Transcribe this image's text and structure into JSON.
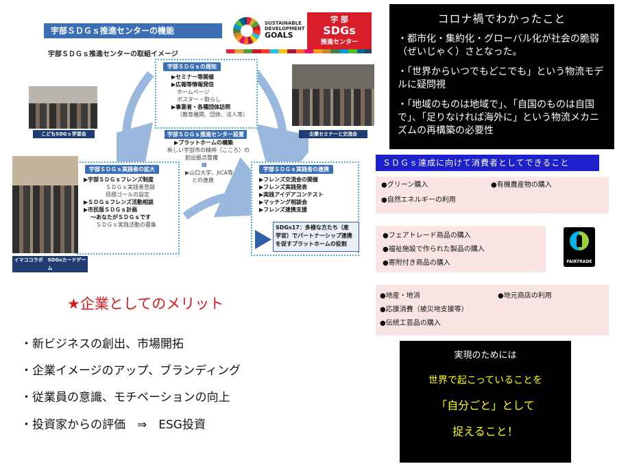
{
  "diagram": {
    "header": "宇部ＳＤＧｓ推進センターの機能",
    "subheader": "宇部ＳＤＧｓ推進センターの取組イメージ",
    "logo": {
      "sdg_line1": "SUSTAINABLE",
      "sdg_line2": "DEVELOPMENT",
      "sdg_goals": "GOALS",
      "red_top": "宇 部",
      "red_mid": "SDGs",
      "red_bot": "推進センター"
    },
    "box_top": {
      "title": "宇部ＳＤＧｓの周知",
      "items": [
        "▶セミナー等開催",
        "▶広報等情報発信"
      ],
      "subitems": [
        "ホームページ",
        "ポスター・取らし"
      ],
      "item3": "▶事業者・各種団体訪問",
      "item3_sub": "（教育機関、団体、法人等）"
    },
    "box_center": {
      "title": "宇部ＳＤＧｓ推進センター設置",
      "item1": "▶プラットホームの構築",
      "item1_sub1": "新しい宇部市の精神（こころ）の",
      "item1_sub2": "創出拠点整備",
      "mark": "Ⅲ",
      "item2a": "▶山口大学、JICA等",
      "item2b": "との連携"
    },
    "box_left": {
      "title": "宇部ＳＤＧｓ実践者の拡大",
      "item1": "▶宇部ＳＤＧｓフレンズ制度",
      "item1_sub1": "ＳＤＧｓ実践者登録",
      "item1_sub2": "目標ゴールの設定",
      "item2": "▶ＳＤＧｓフレンズ活動相談",
      "item3": "▶市民版ＳＤＧｓ計画",
      "item3_sub1": "～あなたがＳＤＧｓです",
      "item3_sub2": "ＳＤＧｓ実践活動の募集"
    },
    "box_right": {
      "title": "宇部ＳＤＧｓ実践者の連携",
      "items": [
        "▶フレンズ交流会の開催",
        "▶フレンズ実践発表",
        "▶実践アイデアコンテスト",
        "▶マッチング相談会",
        "▶フレンズ連携支援"
      ],
      "sdg17_1": "SDGs17：多様な方たち（産",
      "sdg17_2": "学官）でパートナーシップ連携",
      "sdg17_3": "を促すプラットホームの役割"
    },
    "photo_captions": {
      "kids": "こどもSDGｓ学習会",
      "seminar": "企業セミナーと交流会",
      "game": "イマココラボ　SDGsカードゲーム"
    }
  },
  "corona": {
    "title": "コロナ禍でわかったこと",
    "p1": "・都市化・集約化・グローバル化が社会の脆弱（ぜいじゃく）さとなった。",
    "p2": "・「世界からいつでもどこでも」という物流モデルに疑問視",
    "p3": "・「地域のものは地域で」、「自国のものは自国で」、「足りなければ海外に」という物流メカニズムの再構築の必要性"
  },
  "consumer": {
    "bar": "ＳＤＧｓ達成に向けて消費者としてできること",
    "g1": [
      "●グリーン購入",
      "●有機農産物の購入",
      "●自然エネルギーの利用"
    ],
    "g2": [
      "●フェアトレード商品の購入",
      "●福祉施設で作られた製品の購入",
      "●寄附付き商品の購入"
    ],
    "g3": [
      "●地産・地消",
      "●地元商店の利用",
      "●応援消費（被災地支援等）",
      "●伝統工芸品の購入"
    ],
    "fairtrade": "FAIRTRADE"
  },
  "benefits": {
    "title": "★企業としてのメリット",
    "items": [
      "・新ビジネスの創出、市場開拓",
      "・企業イメージのアップ、ブランディング",
      "・従業員の意識、モチベーションの向上",
      "・投資家からの評価　⇒　ESG投資"
    ]
  },
  "realize": {
    "title": "実現のためには",
    "l1": "世界で起こっていることを",
    "l2": "「自分ごと」として",
    "l3": "捉えること！"
  },
  "colors": {
    "header_blue": "#3a6fb6",
    "consumer_bar": "#1d21c9",
    "benefit_red": "#d41a1a",
    "highlight_yellow": "#ffff00",
    "pink_bg": "#fbe4e4"
  }
}
